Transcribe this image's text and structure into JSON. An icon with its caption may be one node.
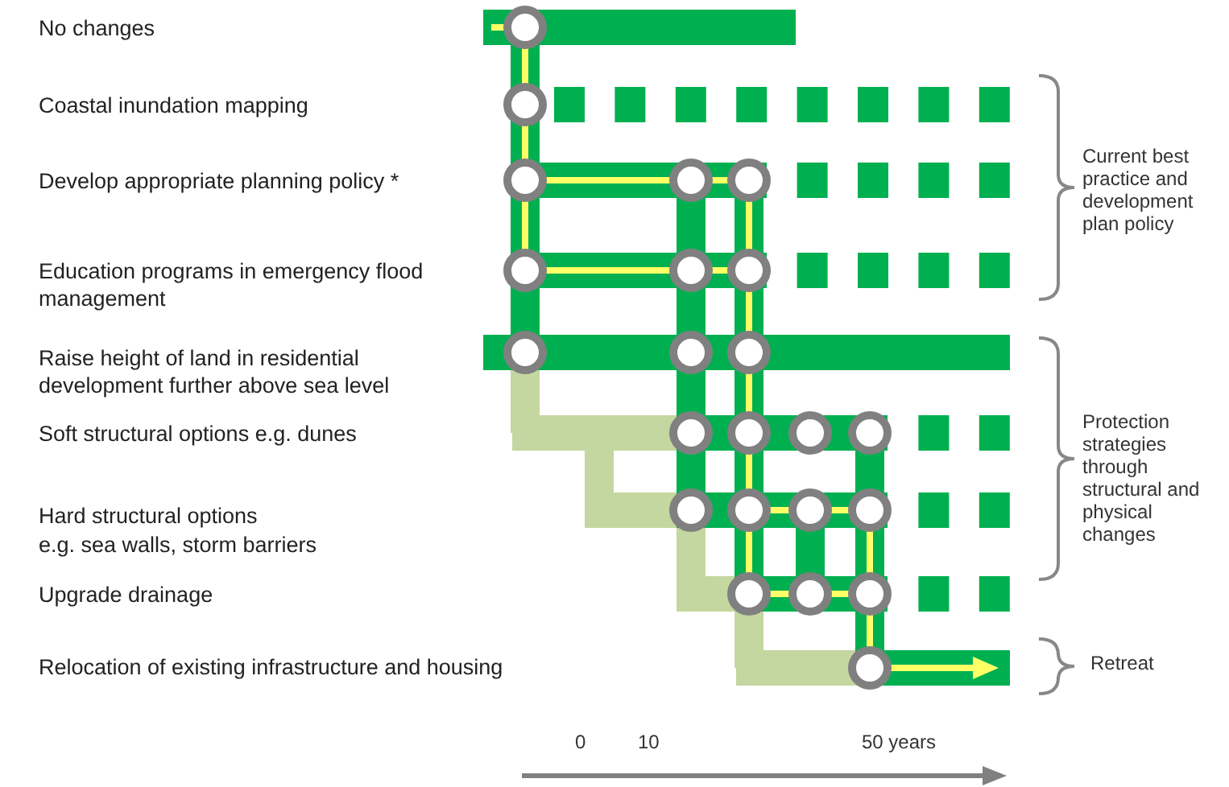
{
  "diagram": {
    "labels": [
      "No changes",
      "Coastal inundation mapping",
      "Develop appropriate planning policy *",
      "Education programs in emergency flood management",
      "Raise height of land in residential development further above sea level",
      "Soft structural options e.g. dunes",
      "Hard structural options",
      "e.g. sea walls, storm barriers",
      "Upgrade drainage",
      "Relocation of existing infrastructure and housing",
      "Current best practice and development plan policy",
      "Protection strategies through structural and physical changes",
      "Retreat",
      "0",
      "10",
      "50 years"
    ]
  }
}
